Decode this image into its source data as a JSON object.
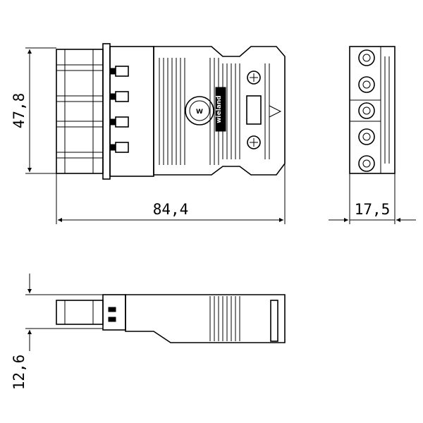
{
  "drawing": {
    "dimensions": {
      "height": "47,8",
      "length": "84,4",
      "width": "17,5",
      "side_height": "12,6"
    },
    "logo": {
      "brand": "wieland",
      "mark": "W"
    }
  }
}
